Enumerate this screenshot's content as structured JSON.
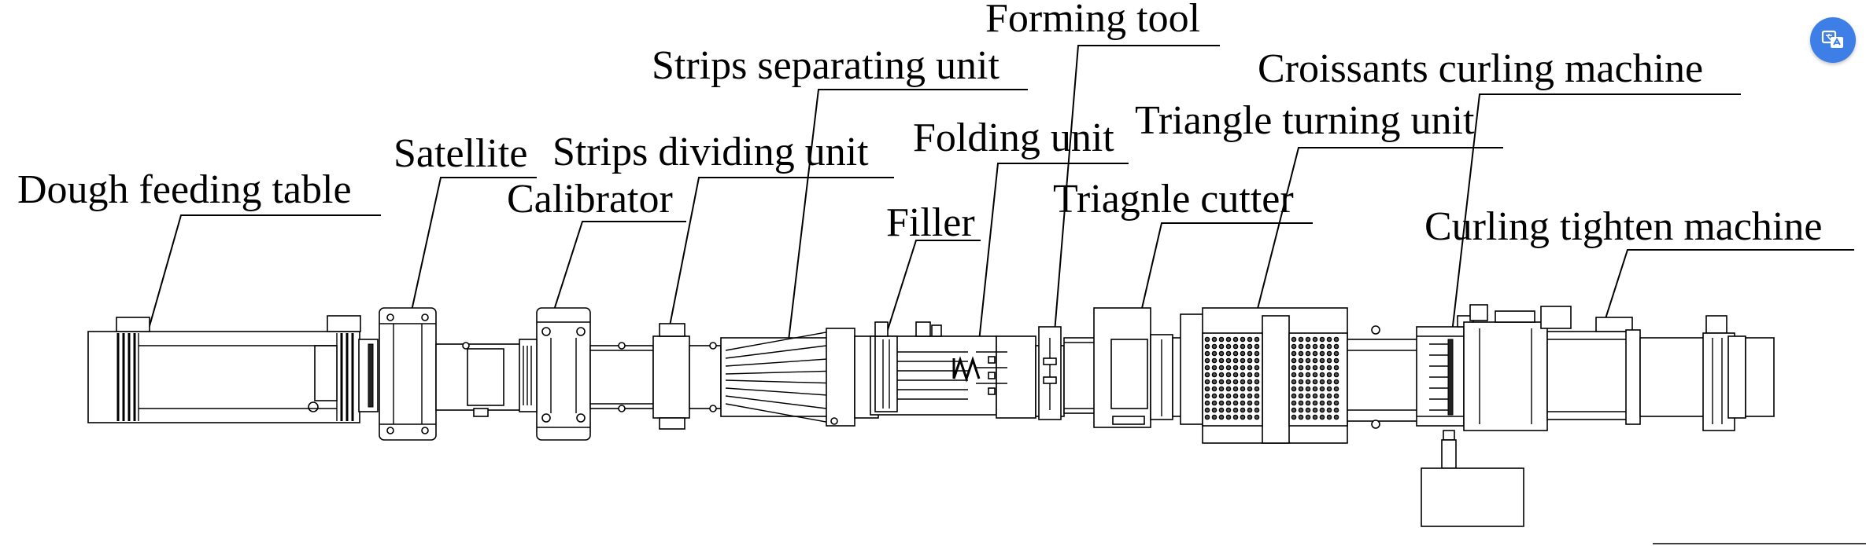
{
  "labels": {
    "dough_feeding_table": "Dough feeding table",
    "satellite": "Satellite",
    "calibrator": "Calibrator",
    "strips_dividing_unit": "Strips dividing unit",
    "strips_separating_unit": "Strips separating unit",
    "filler": "Filler",
    "folding_unit": "Folding unit",
    "forming_tool": "Forming tool",
    "triangle_cutter": "Triagnle cutter",
    "triangle_turning_unit": "Triangle turning unit",
    "croissants_curling_machine": "Croissants curling machine",
    "curling_tighten_machine": "Curling tighten machine"
  },
  "widget": {
    "icon": "translate-icon",
    "color": "#3d7fe6"
  }
}
